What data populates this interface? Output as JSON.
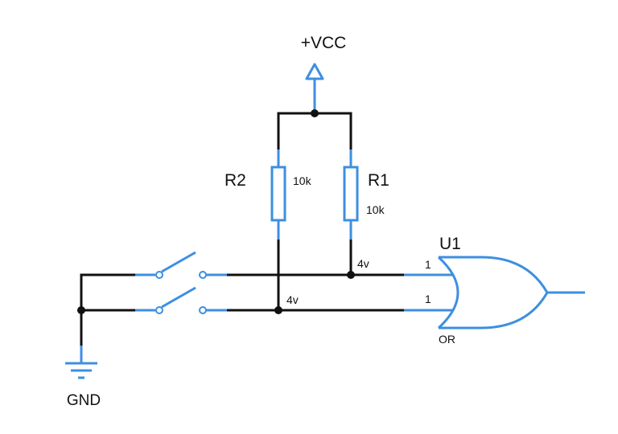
{
  "labels": {
    "vcc": "+VCC",
    "gnd": "GND",
    "r1_name": "R1",
    "r1_value": "10k",
    "r2_name": "R2",
    "r2_value": "10k",
    "node_a_voltage": "4v",
    "node_b_voltage": "4v",
    "u1_name": "U1",
    "u1_type": "OR",
    "u1_pin1": "1",
    "u1_pin2": "1"
  },
  "colors": {
    "wire": "#111111",
    "component": "#3d8fe0",
    "background": "#ffffff"
  }
}
